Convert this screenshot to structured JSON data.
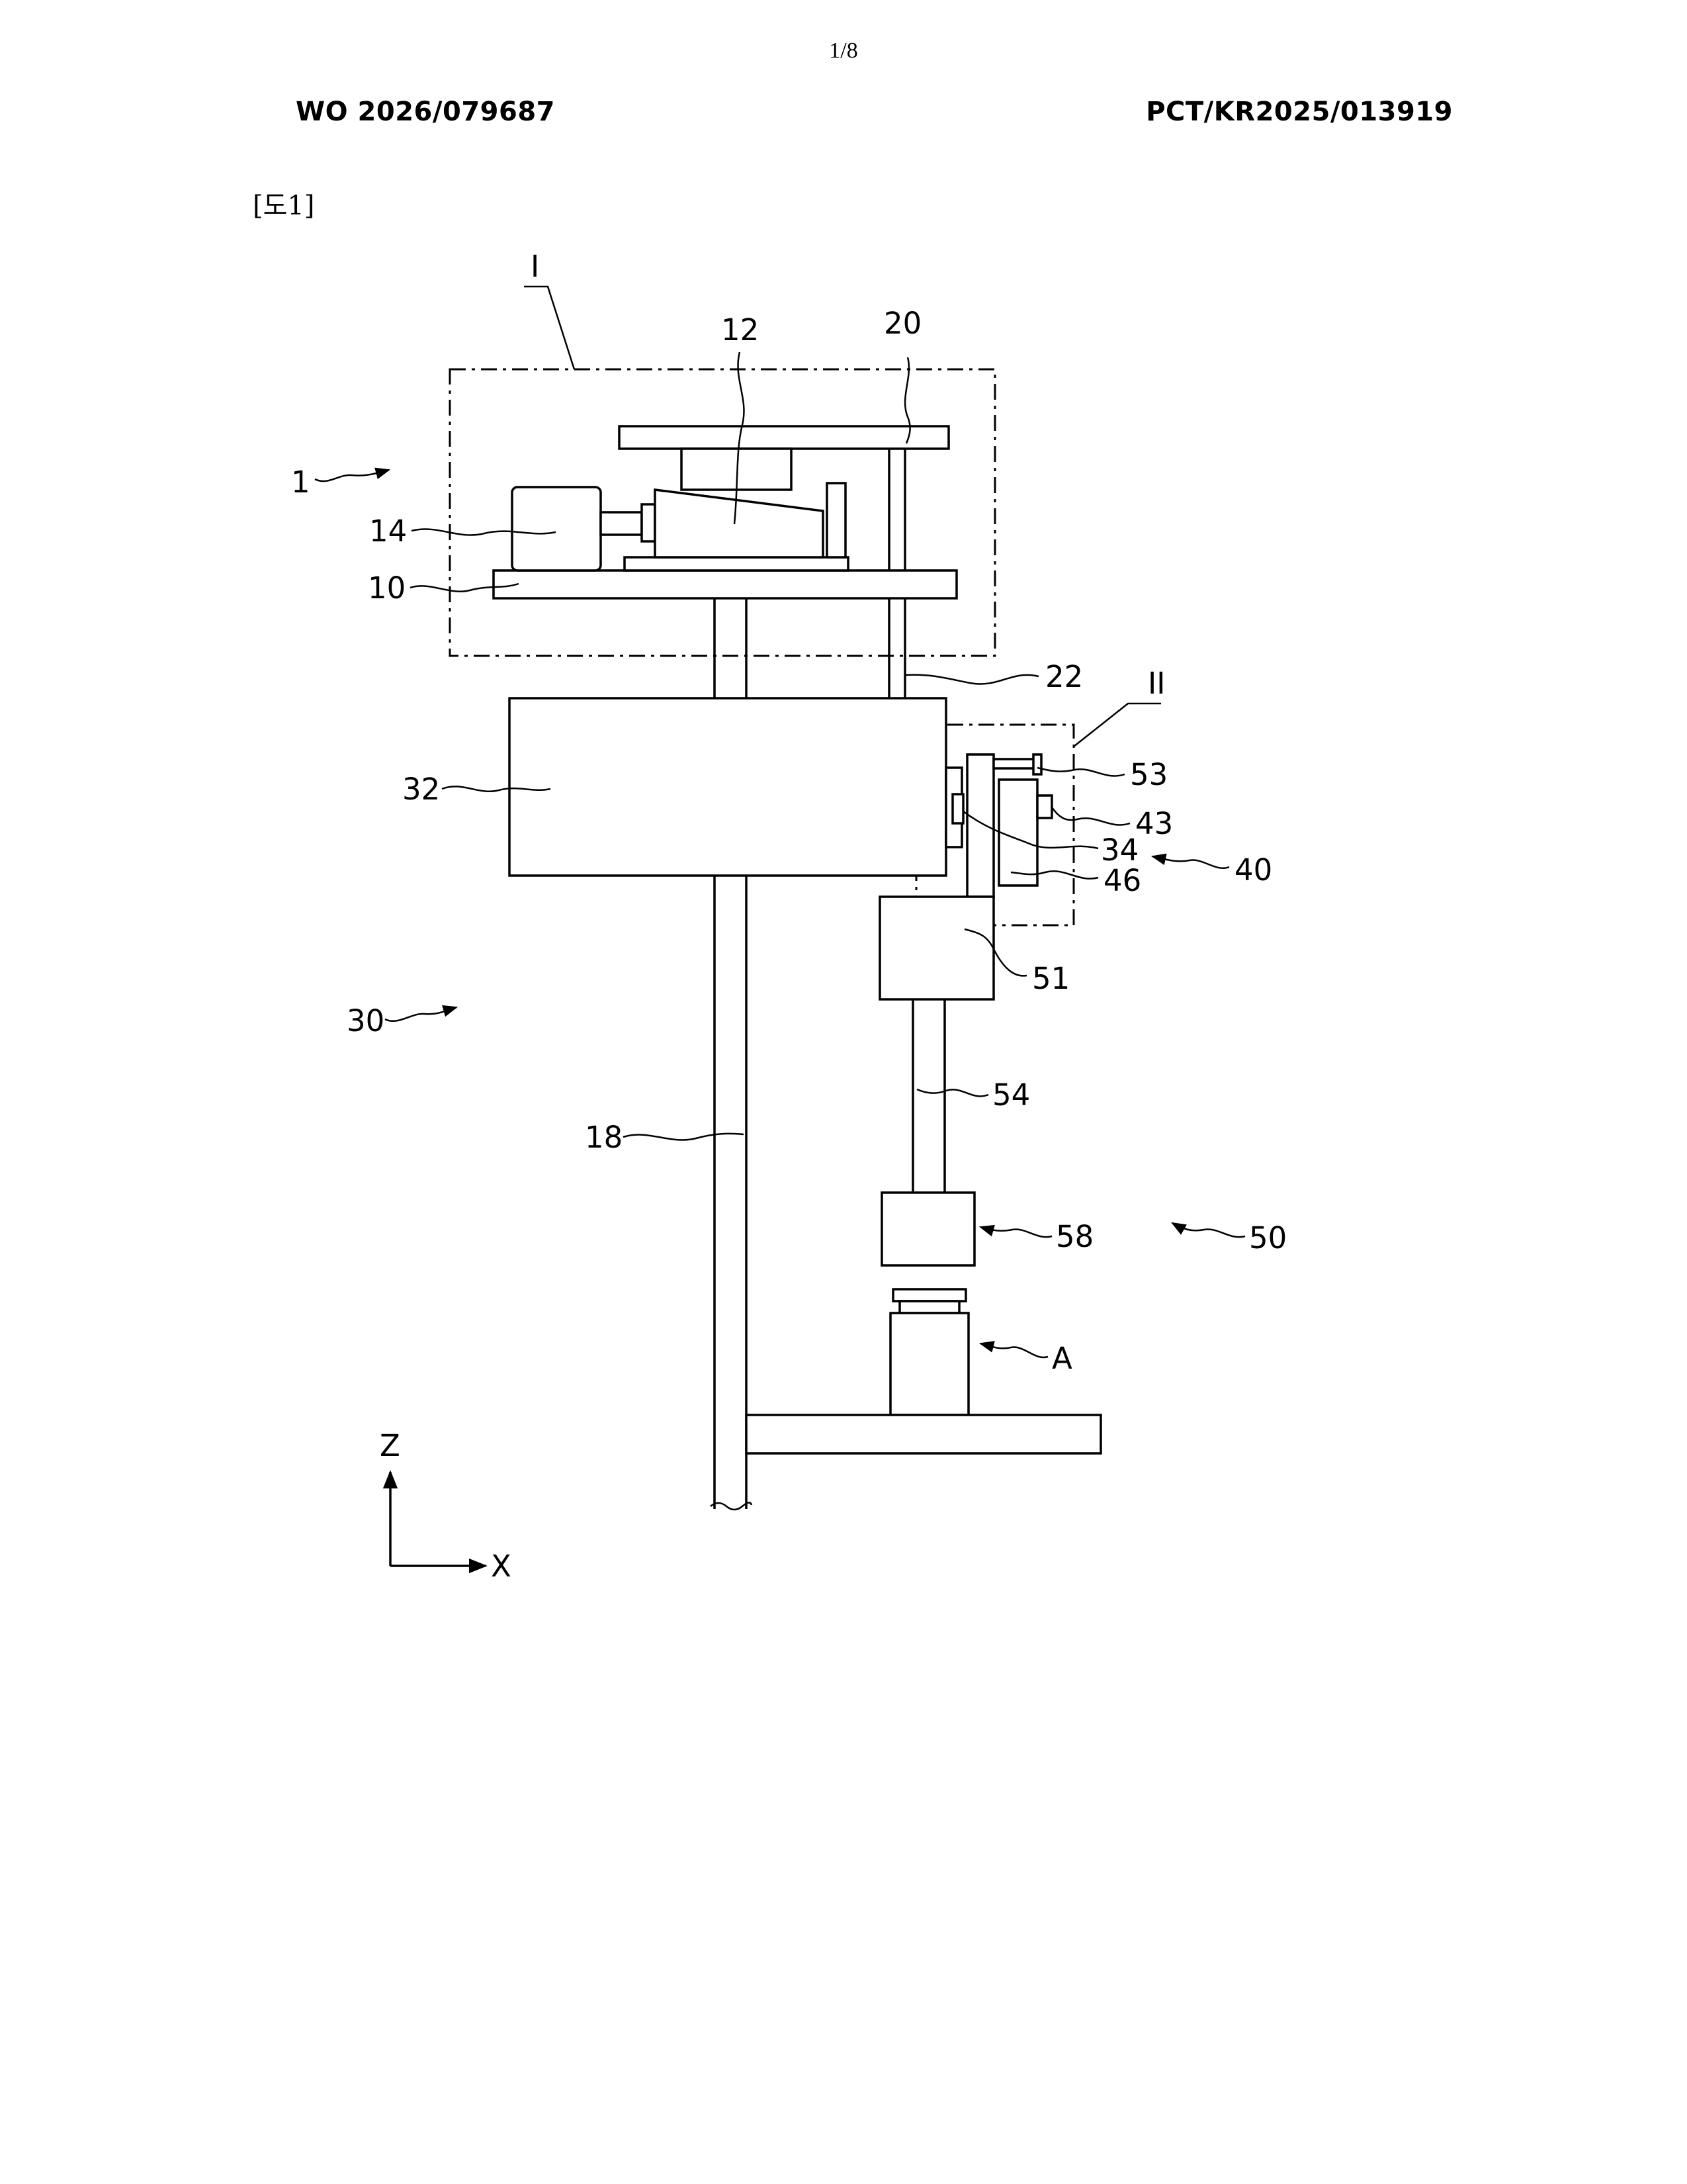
{
  "page_number": "1/8",
  "header": {
    "publication_number": "WO 2026/079687",
    "application_number": "PCT/KR2025/013919"
  },
  "figure_label": "[도1]",
  "drawing": {
    "detail_callouts": {
      "detail_I": "I",
      "detail_II": "II"
    },
    "reference_numerals": {
      "r1": "1",
      "r10": "10",
      "r12": "12",
      "r14": "14",
      "r18": "18",
      "r20": "20",
      "r22": "22",
      "r30": "30",
      "r32": "32",
      "r34": "34",
      "r40": "40",
      "r43": "43",
      "r46": "46",
      "r50": "50",
      "r51": "51",
      "r53": "53",
      "r54": "54",
      "r58": "58",
      "rA": "A"
    },
    "axes": {
      "vertical": "Z",
      "horizontal": "X"
    }
  }
}
